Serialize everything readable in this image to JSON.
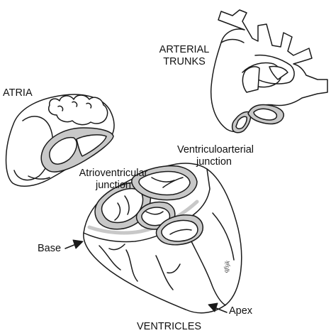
{
  "labels": {
    "atria": "ATRIA",
    "arterial_trunks_line1": "ARTERIAL",
    "arterial_trunks_line2": "TRUNKS",
    "ventriculoarterial_line1": "Ventriculoarterial",
    "ventriculoarterial_line2": "junction",
    "atrioventricular_line1": "Atrioventricular",
    "atrioventricular_line2": "junction",
    "base": "Base",
    "apex": "Apex",
    "ventricles": "VENTRICLES"
  },
  "signature": "qfsjk",
  "colors": {
    "stroke": "#1a1a1a",
    "ring_fill": "#c8c8c8",
    "body_fill": "#ffffff"
  }
}
